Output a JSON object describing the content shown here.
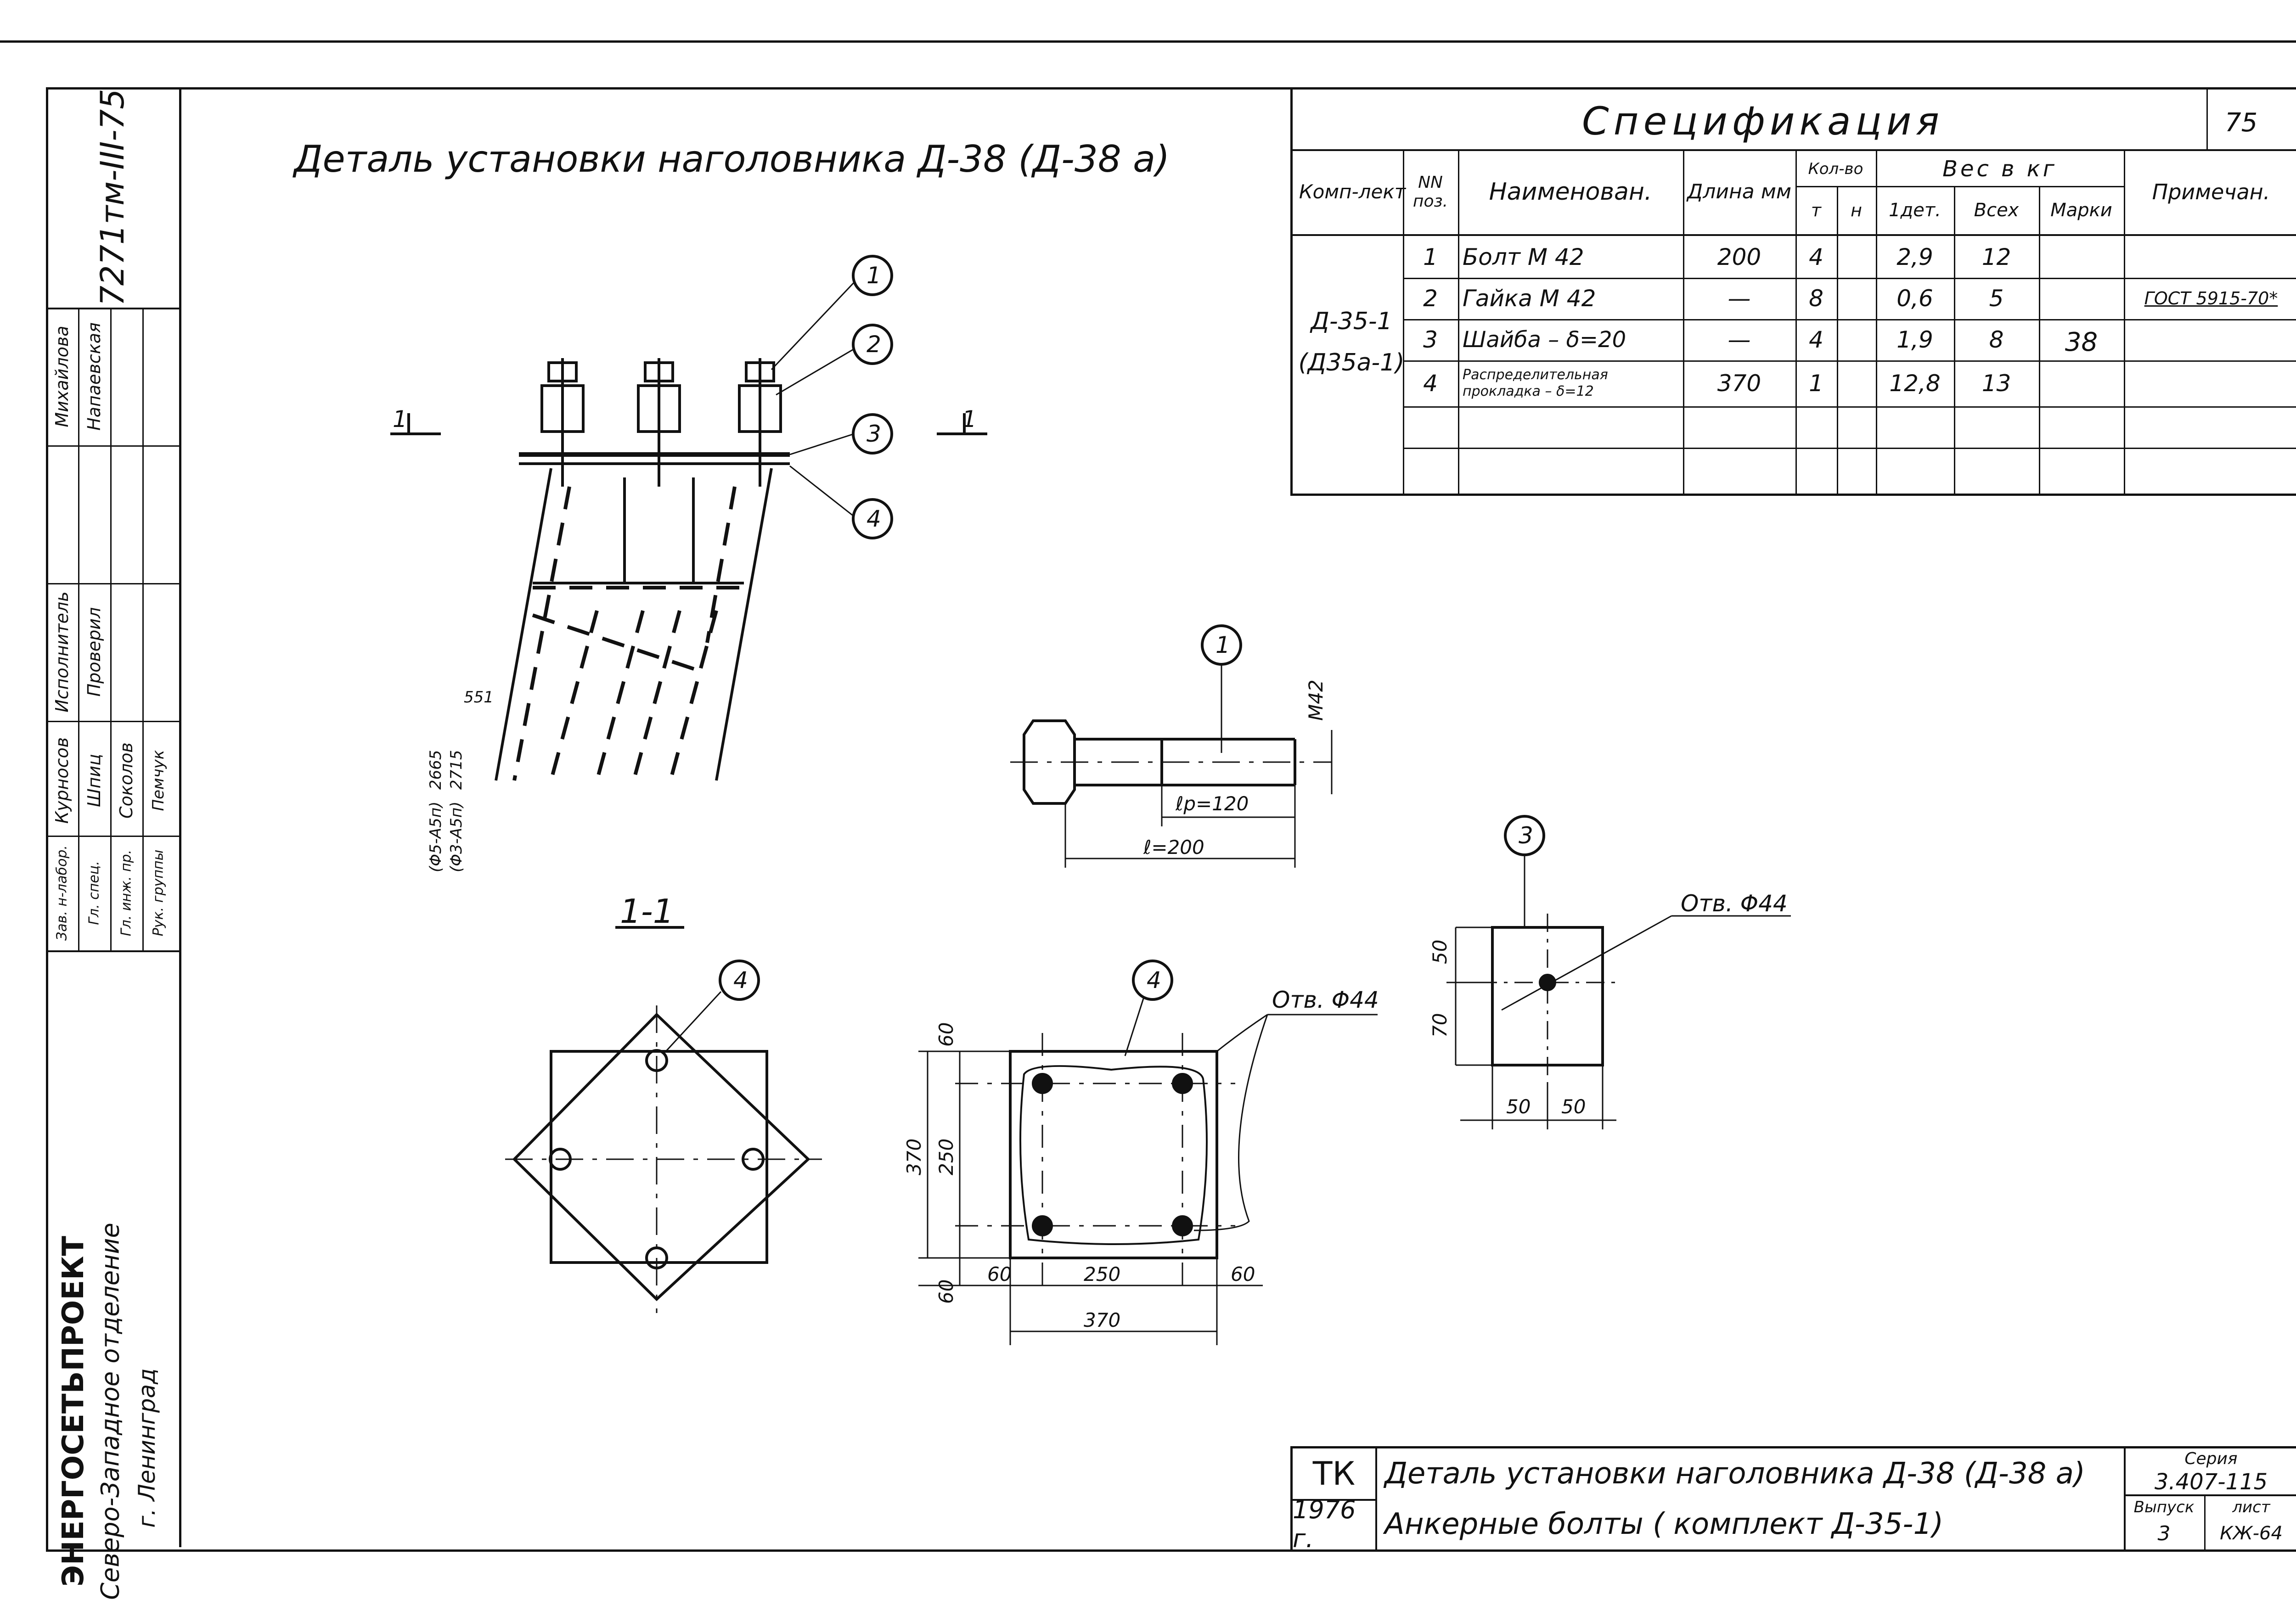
{
  "drawing": {
    "main_title": "Деталь установки наголовника Д-38 (Д-38 а)",
    "project_code": "7271тм-III-75",
    "corner_sheet_number": "75"
  },
  "specification": {
    "title": "Спецификация",
    "headers": {
      "komplekt": "Комп-лект",
      "pos": "NN поз.",
      "name": "Наименован.",
      "length": "Длина мм",
      "qty": "Кол-во",
      "qty_m": "т",
      "qty_n": "н",
      "weight": "Вес в кг",
      "w_one": "1дет.",
      "w_all": "Всех",
      "w_mark": "Марки",
      "note": "Примечан."
    },
    "komplekt_value": "Д-35-1 (Д35а-1)",
    "mark_weight": "38",
    "rows": [
      {
        "pos": "1",
        "name": "Болт М 42",
        "length": "200",
        "qty": "4",
        "w_one": "2,9",
        "w_all": "12",
        "note": ""
      },
      {
        "pos": "2",
        "name": "Гайка М 42",
        "length": "—",
        "qty": "8",
        "w_one": "0,6",
        "w_all": "5",
        "note": "ГОСТ 5915-70*"
      },
      {
        "pos": "3",
        "name": "Шайба – δ=20",
        "length": "—",
        "qty": "4",
        "w_one": "1,9",
        "w_all": "8",
        "note": ""
      },
      {
        "pos": "4",
        "name": "Распределительная прокладка – δ=12",
        "length": "370",
        "qty": "1",
        "w_one": "12,8",
        "w_all": "13",
        "note": ""
      }
    ]
  },
  "stamp": {
    "org_1": "ЭНЕРГОСЕТЬПРОЕКТ",
    "org_2": "Северо-Западное отделение",
    "org_3": "г. Ленинград",
    "roles": [
      "Зав. н-лабор.",
      "Гл. спец.",
      "Гл. инж. пр.",
      "Рук. группы",
      "Исполнитель",
      "Проверил"
    ],
    "names": [
      "Курносов",
      "Шпиц",
      "Соколов",
      "Пемчук",
      "Михайлова",
      "Напаевская"
    ]
  },
  "title_block": {
    "tk": "ТК",
    "year": "1976 г.",
    "line1": "Деталь установки наголовника Д-38 (Д-38 а)",
    "line2": "Анкерные болты ( комплект Д-35-1)",
    "series_label": "Серия",
    "series_value": "3.407-115",
    "issue_label": "Выпуск",
    "issue_value": "3",
    "sheet_label": "лист",
    "sheet_value": "КЖ-64"
  },
  "views": {
    "section_label": "1-1",
    "section_mark": "1",
    "callouts": [
      "1",
      "2",
      "3",
      "4"
    ],
    "elev_dims": [
      "2665",
      "2715",
      "(Φ5-А5п)",
      "(Φ3-А5п)",
      "551"
    ],
    "bolt": {
      "thread": "M42",
      "thread_len": "ℓр=120",
      "total_len": "ℓ=200"
    },
    "washer": {
      "hole": "Отв. Φ44",
      "dim_top": "50",
      "dim_left": "70",
      "dim_b1": "50",
      "dim_b2": "50"
    },
    "plate": {
      "hole": "Отв. Φ44",
      "d_60_top": "60",
      "d_250_v": "250",
      "d_370_v": "370",
      "d_60_bot": "60",
      "d_60_l": "60",
      "d_250_h": "250",
      "d_60_r": "60",
      "d_370_h": "370"
    }
  }
}
